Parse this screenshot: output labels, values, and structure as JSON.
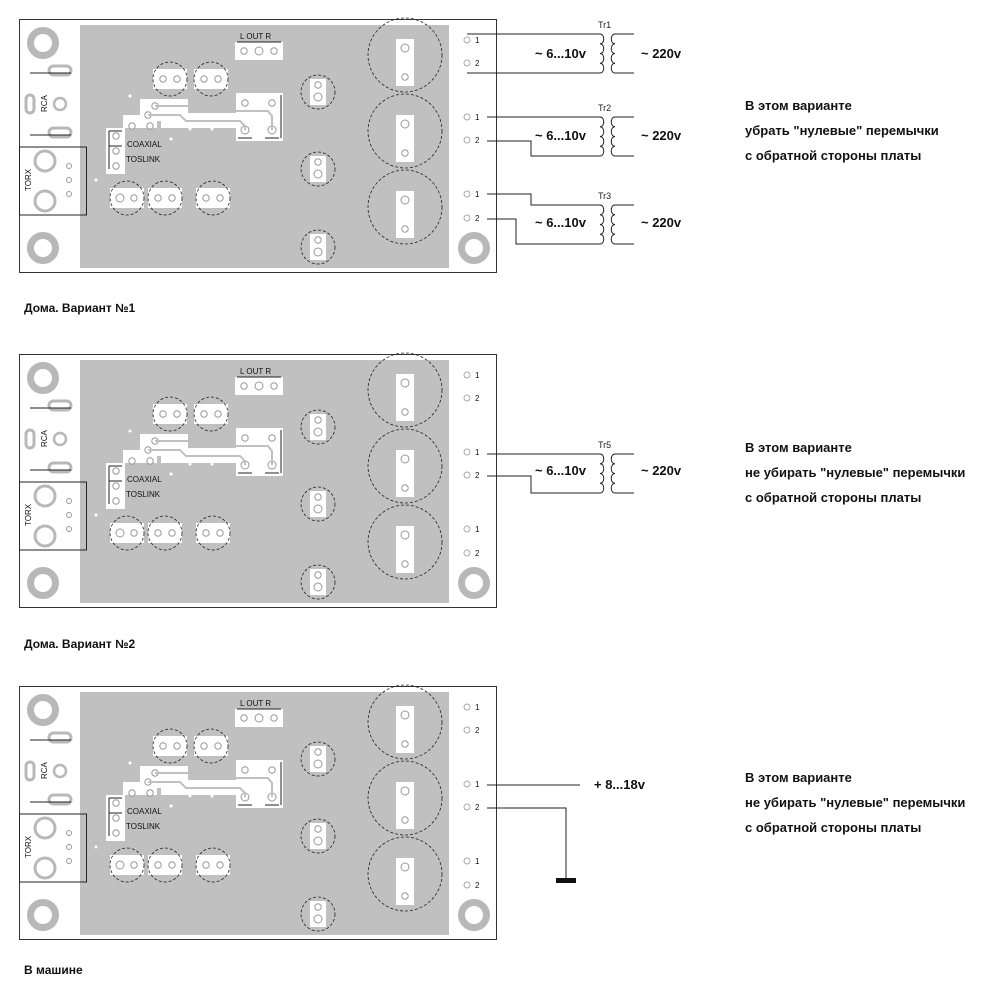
{
  "colors": {
    "board_fill": "#c0c0c0",
    "pad_white": "#ffffff",
    "ring_gray": "#b8b8b8",
    "outline": "#333333",
    "text": "#111111"
  },
  "board_labels": {
    "out": "L  OUT  R",
    "rca": "RCA",
    "torx": "TORX",
    "coaxial": "COAXIAL",
    "toslink": "TOSLINK",
    "pin1": "1",
    "pin2": "2"
  },
  "variants": [
    {
      "caption": "Дома. Вариант №1",
      "note": [
        "В этом варианте",
        "убрать \"нулевые\" перемычки",
        "с обратной стороны платы"
      ],
      "transformers": [
        {
          "name": "Tr1",
          "secondary": "~ 6...10v",
          "primary": "~ 220v"
        },
        {
          "name": "Tr2",
          "secondary": "~ 6...10v",
          "primary": "~ 220v"
        },
        {
          "name": "Tr3",
          "secondary": "~ 6...10v",
          "primary": "~ 220v"
        }
      ]
    },
    {
      "caption": "Дома. Вариант №2",
      "note": [
        "В этом варианте",
        "не убирать \"нулевые\" перемычки",
        "с обратной стороны платы"
      ],
      "transformers": [
        {
          "name": "Tr5",
          "secondary": "~ 6...10v",
          "primary": "~ 220v"
        }
      ]
    },
    {
      "caption": "В машине",
      "note": [
        "В этом варианте",
        "не убирать \"нулевые\" перемычки",
        "с обратной стороны платы"
      ],
      "dc_supply": "+ 8...18v",
      "ground_symbol": "ground-icon"
    }
  ]
}
